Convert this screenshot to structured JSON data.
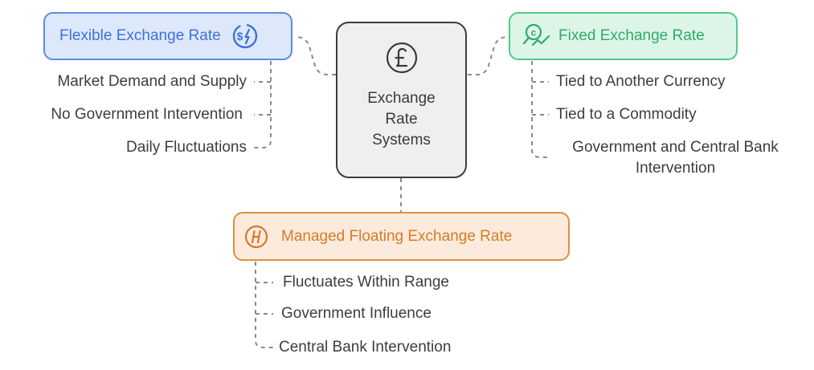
{
  "center": {
    "title": "Exchange\nRate\nSystems",
    "icon": "pound-coin-icon"
  },
  "flexible": {
    "title": "Flexible Exchange Rate",
    "icon": "dollar-lightning-icon",
    "color": "#3d72d8",
    "items": [
      "Market Demand and Supply",
      "No Government Intervention",
      "Daily Fluctuations"
    ]
  },
  "fixed": {
    "title": "Fixed Exchange Rate",
    "icon": "coin-magnifier-icon",
    "color": "#2fab6b",
    "items": [
      "Tied to Another Currency",
      "Tied to a Commodity",
      "Government and Central Bank\nIntervention"
    ]
  },
  "managed": {
    "title": "Managed Floating Exchange Rate",
    "icon": "h-circle-icon",
    "color": "#d77a27",
    "items": [
      "Fluctuates Within Range",
      "Government Influence",
      "Central Bank Intervention"
    ]
  }
}
